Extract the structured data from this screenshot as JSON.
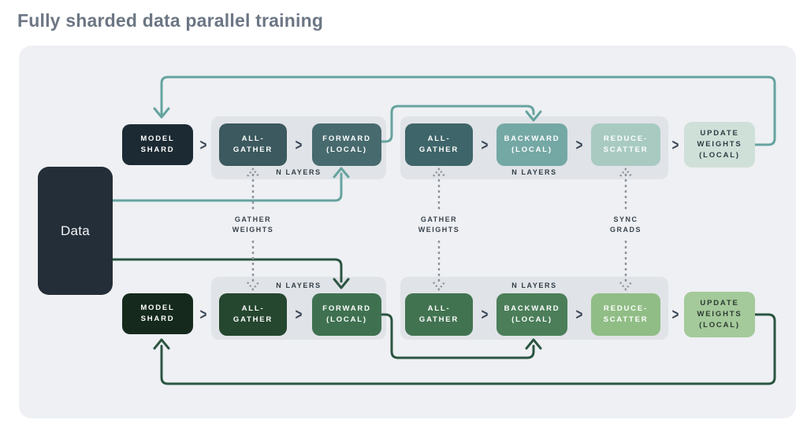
{
  "title": "Fully sharded data parallel training",
  "data_box": {
    "label": "Data"
  },
  "labels": {
    "n_layers": "N LAYERS",
    "gather_weights": "GATHER\nWEIGHTS",
    "sync_grads": "SYNC\nGRADS",
    "chevron": ">"
  },
  "rows": {
    "top": {
      "model_shard": "MODEL\nSHARD",
      "all_gather_1": "ALL-\nGATHER",
      "forward": "FORWARD\n(LOCAL)",
      "all_gather_2": "ALL-\nGATHER",
      "backward": "BACKWARD\n(LOCAL)",
      "reduce_scatter": "REDUCE-\nSCATTER",
      "update_weights": "UPDATE\nWEIGHTS\n(LOCAL)"
    },
    "bottom": {
      "model_shard": "MODEL\nSHARD",
      "all_gather_1": "ALL-\nGATHER",
      "forward": "FORWARD\n(LOCAL)",
      "all_gather_2": "ALL-\nGATHER",
      "backward": "BACKWARD\n(LOCAL)",
      "reduce_scatter": "REDUCE-\nSCATTER",
      "update_weights": "UPDATE\nWEIGHTS\n(LOCAL)"
    }
  },
  "colors": {
    "title_text": "#6c7684",
    "panel_bg": "#eef0f3",
    "group_bg": "#e0e3e7",
    "data_box_bg": "#242e38",
    "chevron": "#3a4656",
    "teal_arrow": "#66a39f",
    "green_arrow": "#2b5541",
    "dashed_gray": "#8d939b",
    "top": {
      "model_shard": "#1c2a33",
      "all_gather_1": "#3b595e",
      "forward": "#476a6e",
      "all_gather_2": "#3e6569",
      "backward": "#74a8a5",
      "reduce_scatter": "#a8cac1",
      "update_weights": "#cfe0d8"
    },
    "bottom": {
      "model_shard": "#152a1d",
      "all_gather_1": "#25462f",
      "forward": "#3f7150",
      "all_gather_2": "#427351",
      "backward": "#4b7e59",
      "reduce_scatter": "#90bd85",
      "update_weights": "#a4c99a"
    }
  }
}
